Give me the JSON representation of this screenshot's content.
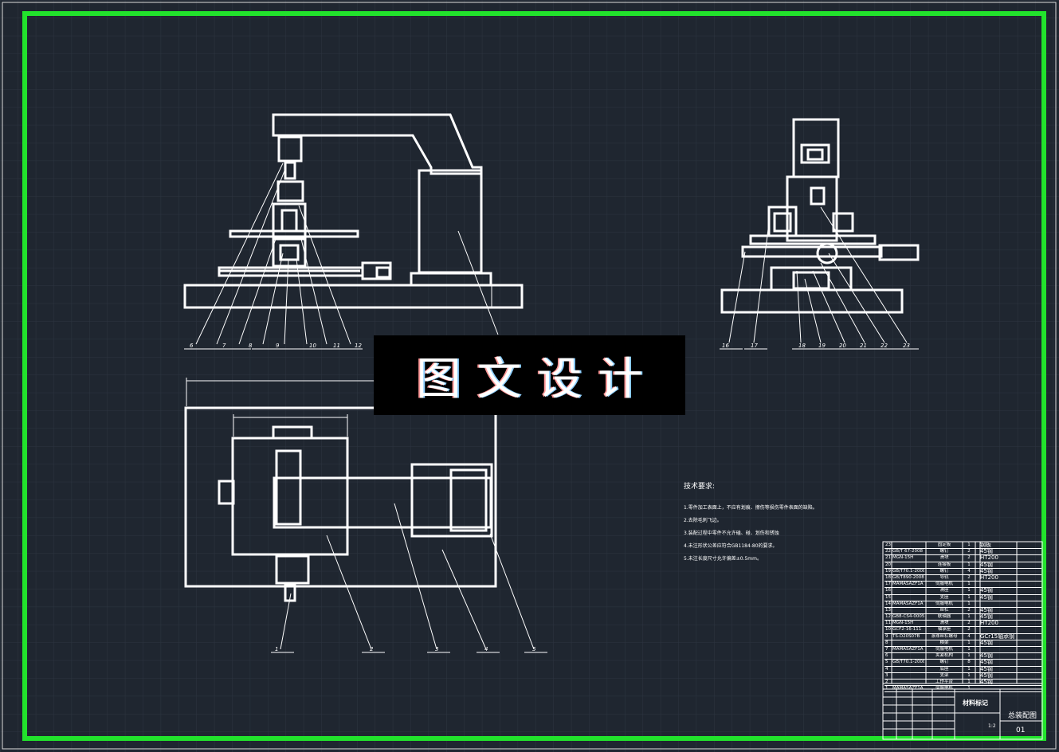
{
  "watermark": {
    "text": "图文设计"
  },
  "leaders": {
    "front": [
      "6",
      "7",
      "8",
      "9",
      "10",
      "11",
      "12"
    ],
    "side": [
      "16",
      "17",
      "18",
      "19",
      "20",
      "21",
      "22",
      "23"
    ],
    "top": [
      "1",
      "2",
      "3",
      "4",
      "5"
    ]
  },
  "tech_notes": {
    "title": "技术要求:",
    "items": [
      "1.零件加工表面上，不应有划痕、擦伤等损伤零件表面的缺陷。",
      "2.去除毛刺飞边。",
      "3.装配过程中零件不允许磕、碰、划伤和锈蚀",
      "4.未注形状公差应符合GB1184-80的要求。",
      "5.未注长度尺寸允许偏差±0.5mm。"
    ]
  },
  "bom": [
    {
      "no": "23",
      "code": "",
      "name": "固定板",
      "qty": "1",
      "mat": "钢板"
    },
    {
      "no": "22",
      "code": "GB/T 67-2008",
      "name": "螺钉",
      "qty": "2",
      "mat": "45钢"
    },
    {
      "no": "21",
      "code": "MGN-15H",
      "name": "滑块",
      "qty": "2",
      "mat": "HT200"
    },
    {
      "no": "20",
      "code": "",
      "name": "连接板",
      "qty": "1",
      "mat": "45钢"
    },
    {
      "no": "19",
      "code": "GB/T70.1-2008",
      "name": "螺钉",
      "qty": "4",
      "mat": "45钢"
    },
    {
      "no": "18",
      "code": "GB/T890-2008",
      "name": "导轨",
      "qty": "2",
      "mat": "HT200"
    },
    {
      "no": "17",
      "code": "MAMASAZF1A",
      "name": "伺服电机",
      "qty": "1",
      "mat": ""
    },
    {
      "no": "16",
      "code": "",
      "name": "滑座",
      "qty": "1",
      "mat": "45钢"
    },
    {
      "no": "15",
      "code": "",
      "name": "支座",
      "qty": "1",
      "mat": "45钢"
    },
    {
      "no": "14",
      "code": "MAMASAZF1A",
      "name": "伺服电机",
      "qty": "1",
      "mat": ""
    },
    {
      "no": "13",
      "code": "",
      "name": "丝杠",
      "qty": "2",
      "mat": "45钢"
    },
    {
      "no": "12",
      "code": "GB8-CS4-0005",
      "name": "联轴器",
      "qty": "1",
      "mat": "45钢"
    },
    {
      "no": "11",
      "code": "MGN-15H",
      "name": "滑块",
      "qty": "2",
      "mat": "HT200"
    },
    {
      "no": "10",
      "code": "GCF2-16-111",
      "name": "轴承座",
      "qty": "2",
      "mat": ""
    },
    {
      "no": "9",
      "code": "TS-D20S07B",
      "name": "滚珠丝杠螺母",
      "qty": "4",
      "mat": "GCr15轴承钢"
    },
    {
      "no": "8",
      "code": "",
      "name": "横梁",
      "qty": "1",
      "mat": "45钢"
    },
    {
      "no": "7",
      "code": "MAMASAZF1A",
      "name": "伺服电机",
      "qty": "1",
      "mat": ""
    },
    {
      "no": "6",
      "code": "",
      "name": "夹紧机构",
      "qty": "1",
      "mat": "45钢"
    },
    {
      "no": "5",
      "code": "GB/T70.1-2008",
      "name": "螺钉",
      "qty": "8",
      "mat": "45钢"
    },
    {
      "no": "4",
      "code": "",
      "name": "底座",
      "qty": "1",
      "mat": "45钢"
    },
    {
      "no": "3",
      "code": "",
      "name": "支架",
      "qty": "1",
      "mat": "45钢"
    },
    {
      "no": "2",
      "code": "",
      "name": "工作平台",
      "qty": "1",
      "mat": "45钢"
    },
    {
      "no": "1",
      "code": "MAMASAZF1A",
      "name": "伺服电机",
      "qty": "1",
      "mat": ""
    }
  ],
  "title_block": {
    "material_mark": "材料标记",
    "drawing_title": "总装配图",
    "drawing_no": "01",
    "scale": "1:2"
  }
}
